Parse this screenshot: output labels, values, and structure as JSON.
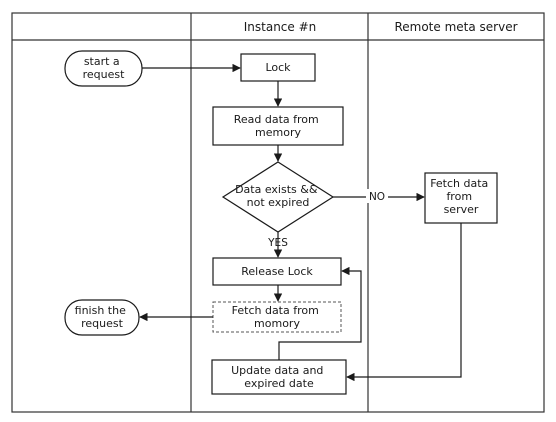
{
  "lanes": [
    {
      "label": ""
    },
    {
      "label": "Instance #n"
    },
    {
      "label": "Remote meta server"
    }
  ],
  "nodes": {
    "start": {
      "lines": [
        "start a",
        "request"
      ]
    },
    "lock": {
      "lines": [
        "Lock"
      ]
    },
    "read": {
      "lines": [
        "Read data from",
        "memory"
      ]
    },
    "decision": {
      "lines": [
        "Data exists &&",
        "not expired"
      ]
    },
    "fetch_server": {
      "lines": [
        "Fetch data",
        "from",
        "server"
      ]
    },
    "release": {
      "lines": [
        "Release Lock"
      ]
    },
    "fetch_memory": {
      "lines": [
        "Fetch data from",
        "momory"
      ]
    },
    "finish": {
      "lines": [
        "finish the",
        "request"
      ]
    },
    "update": {
      "lines": [
        "Update data and",
        "expired date"
      ]
    }
  },
  "edges": {
    "no_label": "NO",
    "yes_label": "YES"
  }
}
